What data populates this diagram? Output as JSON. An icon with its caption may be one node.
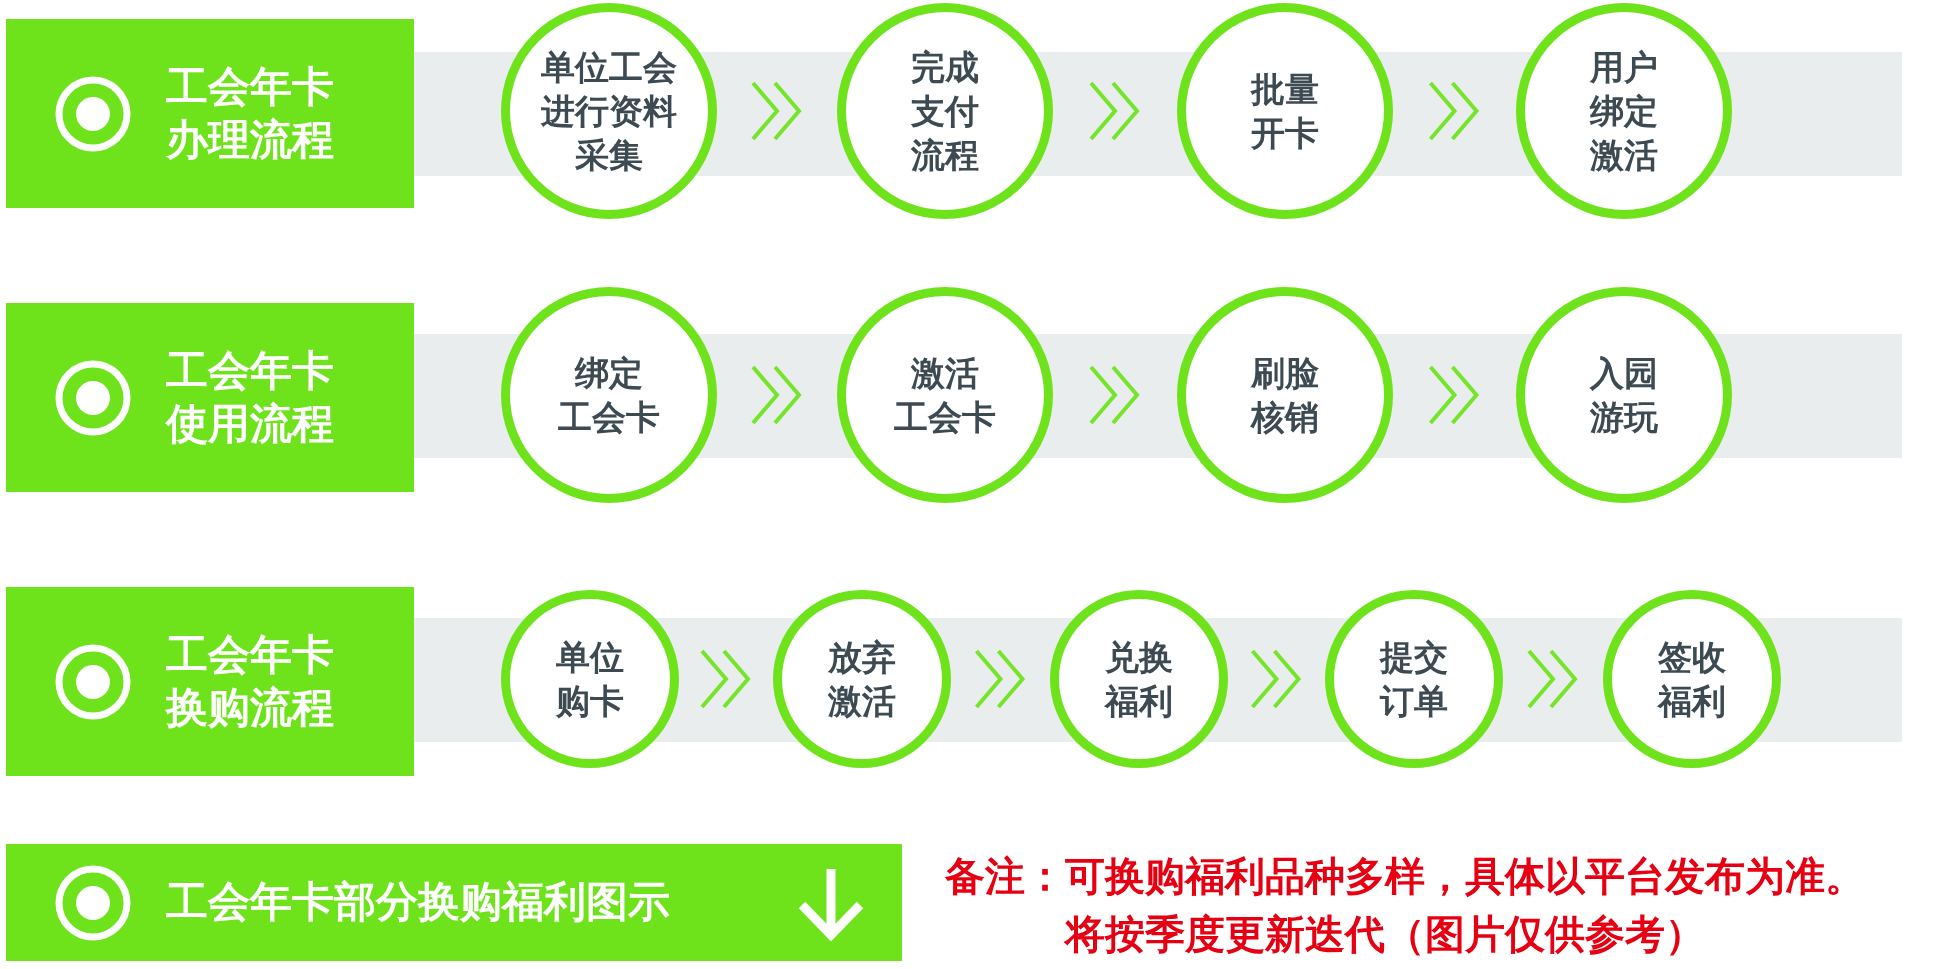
{
  "diagram": {
    "nodes": [
      {
        "text": [
          "工会年卡办理流程"
        ]
      },
      {
        "text": [
          "单位工会进行资料采集"
        ]
      },
      {
        "text": [
          "完成支付流程"
        ]
      },
      {
        "text": [
          "批量开卡"
        ]
      },
      {
        "text": [
          "用户绑定激活"
        ]
      },
      {
        "text": [
          "工会年卡使用流程"
        ]
      },
      {
        "text": [
          "绑定工会卡"
        ]
      },
      {
        "text": [
          "激活工会卡"
        ]
      },
      {
        "text": [
          "刷脸核销"
        ]
      },
      {
        "text": [
          "入园游玩"
        ]
      },
      {
        "text": [
          "工会年卡换购流程"
        ]
      },
      {
        "text": [
          "单位购卡"
        ]
      },
      {
        "text": [
          "放弃激活"
        ]
      },
      {
        "text": [
          "兑换福利"
        ]
      },
      {
        "text": [
          "提交订单"
        ]
      },
      {
        "text": [
          "签收福利"
        ]
      },
      {
        "text": [
          "工会年卡部分换购福利图示"
        ]
      }
    ],
    "edges": [
      {
        "from": 1,
        "to": 2,
        "arrow": "to"
      },
      {
        "from": 2,
        "to": 3,
        "arrow": "to"
      },
      {
        "from": 3,
        "to": 4,
        "arrow": "to"
      },
      {
        "from": 6,
        "to": 7,
        "arrow": "to"
      },
      {
        "from": 7,
        "to": 8,
        "arrow": "to"
      },
      {
        "from": 8,
        "to": 9,
        "arrow": "to"
      },
      {
        "from": 11,
        "to": 12,
        "arrow": "to"
      },
      {
        "from": 12,
        "to": 13,
        "arrow": "to"
      },
      {
        "from": 13,
        "to": 14,
        "arrow": "to"
      },
      {
        "from": 14,
        "to": 15,
        "arrow": "to"
      }
    ],
    "labels": [
      "备注：可换购福利品种多样，具体以平台发布为准。",
      "将按季度更新迭代（图片仅供参考）"
    ]
  }
}
